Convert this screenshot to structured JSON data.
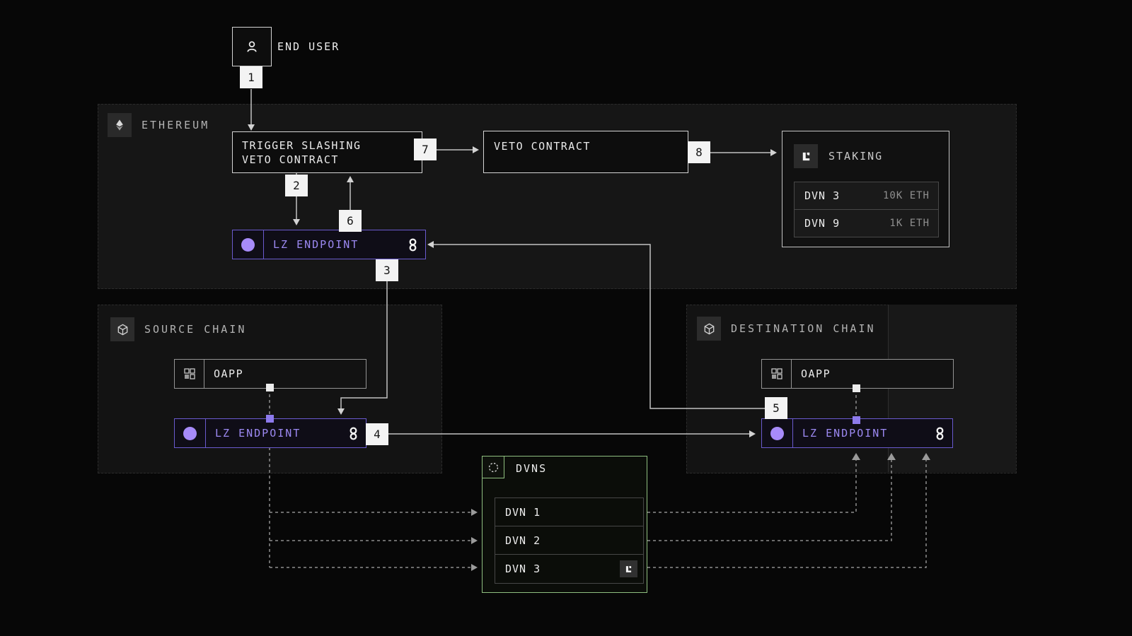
{
  "end_user": {
    "label": "END USER"
  },
  "steps": [
    "1",
    "2",
    "3",
    "4",
    "5",
    "6",
    "7",
    "8"
  ],
  "ethereum": {
    "title": "ETHEREUM",
    "trigger_line1": "TRIGGER SLASHING",
    "trigger_line2": "VETO CONTRACT",
    "veto_label": "VETO CONTRACT",
    "endpoint_label": "LZ ENDPOINT",
    "staking": {
      "title": "STAKING",
      "rows": [
        {
          "name": "DVN 3",
          "stake": "10K ETH"
        },
        {
          "name": "DVN 9",
          "stake": "1K ETH"
        }
      ]
    }
  },
  "source_chain": {
    "title": "SOURCE CHAIN",
    "oapp_label": "OAPP",
    "endpoint_label": "LZ ENDPOINT"
  },
  "destination_chain": {
    "title": "DESTINATION CHAIN",
    "oapp_label": "OAPP",
    "endpoint_label": "LZ ENDPOINT"
  },
  "dvns": {
    "title": "DVNS",
    "rows": [
      {
        "name": "DVN 1"
      },
      {
        "name": "DVN 2"
      },
      {
        "name": "DVN 3"
      }
    ]
  },
  "colors": {
    "accent_purple": "#9c89f2",
    "purple_border": "#6a5ace",
    "purple_dot": "#a78bfa",
    "accent_green": "#8fbf7f",
    "panel_bg": "#141414",
    "page_bg": "#070707",
    "step_badge_bg": "#f3f3f3",
    "solid_line": "#c2c2c2",
    "dashed_line": "#8e8e8e"
  }
}
